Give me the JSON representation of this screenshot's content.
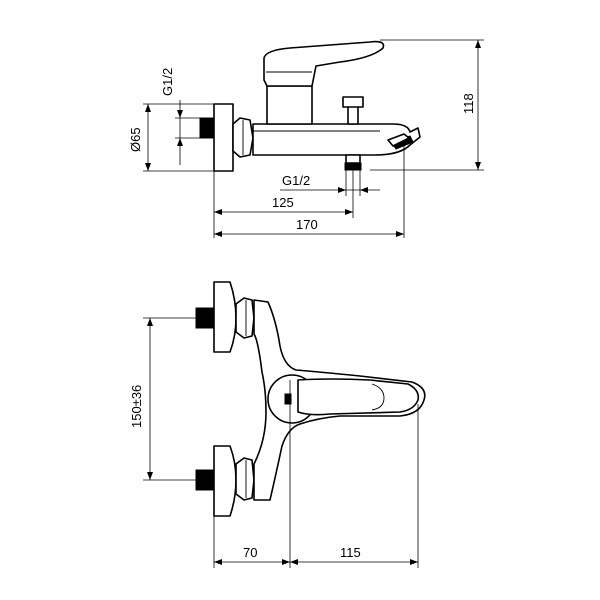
{
  "side_view": {
    "thread_top": "G1/2",
    "diameter": "Ø65",
    "thread_bottom": "G1/2",
    "dim_125": "125",
    "dim_170": "170",
    "dim_118": "118"
  },
  "top_view": {
    "dim_150": "150±36",
    "dim_70": "70",
    "dim_115": "115"
  }
}
